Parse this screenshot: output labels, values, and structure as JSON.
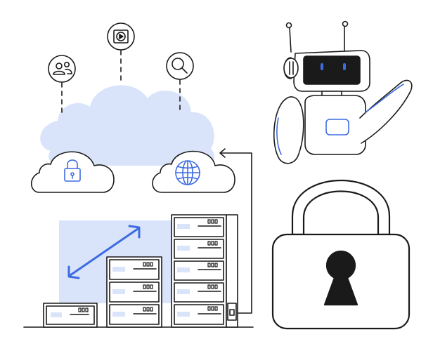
{
  "illustration": {
    "elements": [
      {
        "name": "user-group-icon",
        "kind": "icon"
      },
      {
        "name": "video-player-icon",
        "kind": "icon"
      },
      {
        "name": "search-icon",
        "kind": "icon"
      },
      {
        "name": "cloud-backdrop",
        "kind": "shape"
      },
      {
        "name": "lock-cloud",
        "kind": "shape"
      },
      {
        "name": "globe-cloud",
        "kind": "shape"
      },
      {
        "name": "server-racks",
        "kind": "shape"
      },
      {
        "name": "robot",
        "kind": "shape"
      },
      {
        "name": "padlock",
        "kind": "shape"
      }
    ]
  },
  "colors": {
    "stroke": "#1a1a1a",
    "accent_blue": "#3d6be0",
    "light_blue": "#d9e4fb",
    "fill_white": "#ffffff"
  }
}
